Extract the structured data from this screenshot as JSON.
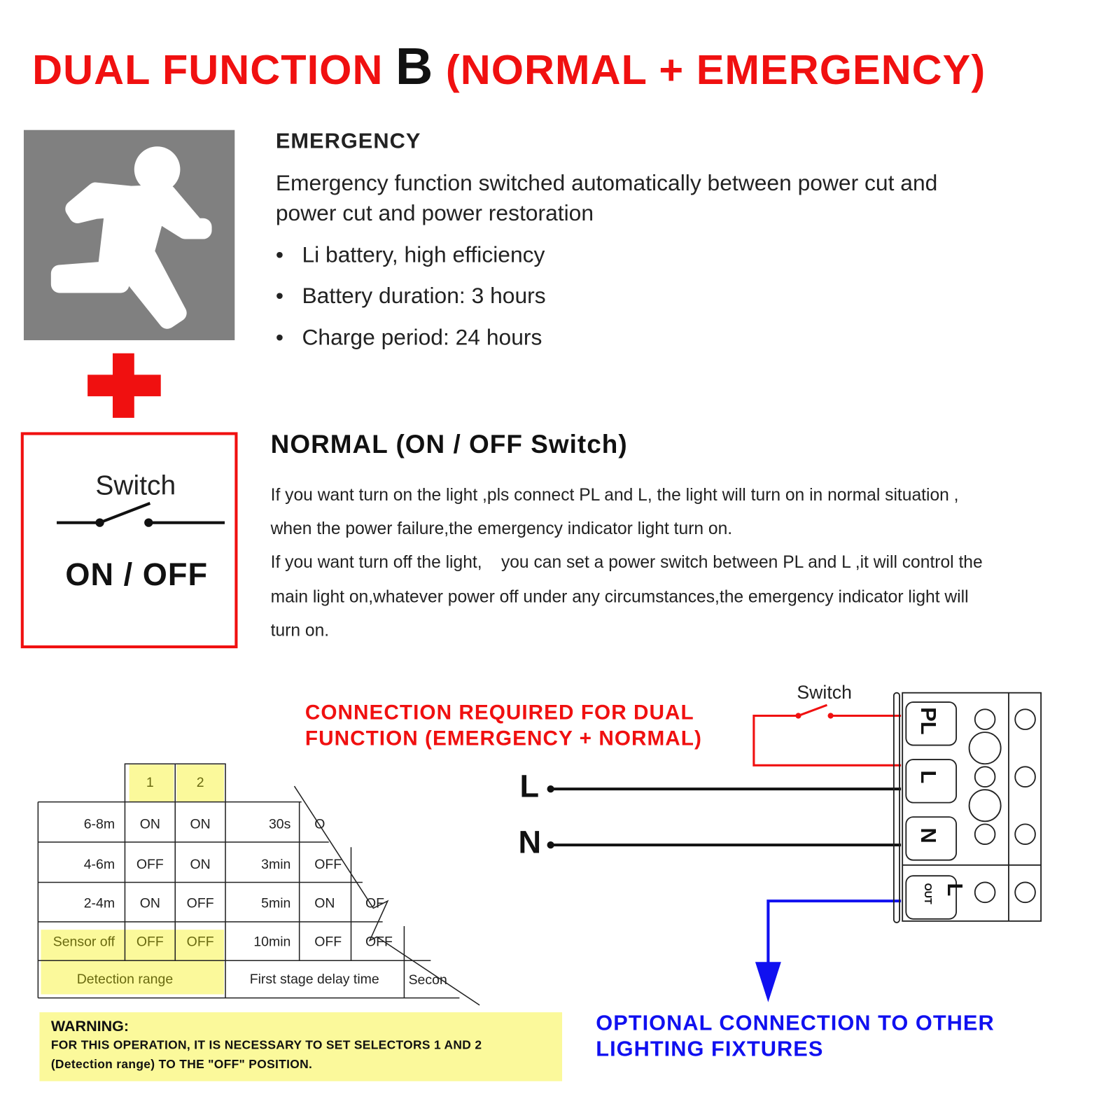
{
  "title": {
    "part1": "DUAL FUNCTION ",
    "letter": "B",
    "part2": " (NORMAL + EMERGENCY)"
  },
  "emergency": {
    "heading": "EMERGENCY",
    "description_lines": [
      "Emergency function switched automatically between power cut and",
      "power cut and power restoration"
    ],
    "bullets": [
      "Li battery, high efficiency",
      "Battery duration: 3 hours",
      "Charge period: 24 hours"
    ]
  },
  "switch_box": {
    "label": "Switch",
    "mode": "ON / OFF"
  },
  "normal": {
    "heading": "NORMAL (ON / OFF Switch)",
    "paragraph_lines": [
      "If you want turn on the light ,pls connect PL and L, the light will turn on in normal situation ,",
      "when the power failure,the emergency indicator light turn on.",
      "If you want turn off the light,    you can set a power switch between PL and L ,it will control the",
      "main light on,whatever power off under any circumstances,the emergency indicator light will",
      "turn on."
    ]
  },
  "connection_caption": [
    "CONNECTION REQUIRED FOR DUAL",
    "FUNCTION (EMERGENCY + NORMAL)"
  ],
  "table": {
    "selector_headers": [
      "1",
      "2"
    ],
    "rows": [
      {
        "range": "6-8m",
        "s1": "ON",
        "s2": "ON",
        "delay": "30s",
        "d1": "O",
        "d2": ""
      },
      {
        "range": "4-6m",
        "s1": "OFF",
        "s2": "ON",
        "delay": "3min",
        "d1": "OFF",
        "d2": ""
      },
      {
        "range": "2-4m",
        "s1": "ON",
        "s2": "OFF",
        "delay": "5min",
        "d1": "ON",
        "d2": "OF"
      },
      {
        "range": "Sensor off",
        "s1": "OFF",
        "s2": "OFF",
        "delay": "10min",
        "d1": "OFF",
        "d2": "OFF"
      }
    ],
    "footer": [
      "Detection range",
      "First stage delay time",
      "Secon"
    ]
  },
  "warning": {
    "title": "WARNING:",
    "lines": [
      "FOR THIS OPERATION, IT IS NECESSARY TO SET SELECTORS 1 AND 2",
      "(Detection range) TO THE \"OFF\" POSITION."
    ]
  },
  "wiring": {
    "switch_label": "Switch",
    "line_labels": [
      "L",
      "N"
    ],
    "terminals": [
      "PL",
      "L",
      "N",
      "L",
      "OUT"
    ],
    "colors": {
      "switch_wire": "#f01010",
      "line_wire": "#111111",
      "optional_wire": "#1010f0"
    }
  },
  "optional_caption": [
    "OPTIONAL CONNECTION TO OTHER",
    "LIGHTING FIXTURES"
  ]
}
